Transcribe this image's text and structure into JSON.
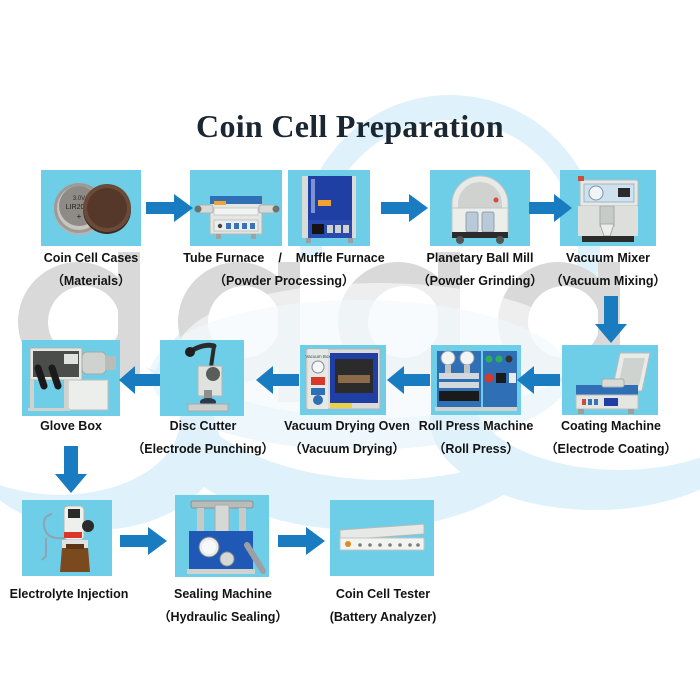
{
  "page": {
    "title": "Coin Cell Preparation",
    "background_color": "#ffffff",
    "accent_box_color": "#6ecde7",
    "arrow_color": "#1a7cc0",
    "arrow_color_dark": "#1565a8",
    "text_color": "#131313",
    "watermark_color": "#d9d9d9",
    "bg_arc_color": "#dff1fa"
  },
  "flow": {
    "rows": [
      {
        "id": "row-1",
        "direction": "left-to-right",
        "steps": [
          {
            "id": "coin-cell-cases",
            "name": "Coin Cell Cases",
            "sub": "（Materials）",
            "icon": "coin-cell-cases-photo"
          },
          {
            "id": "tube-furnace",
            "name": "Tube Furnace",
            "separator": "/",
            "icon": "tube-furnace-photo"
          },
          {
            "id": "muffle-furnace",
            "name": "Muffle Furnace",
            "sub": "（Powder Processing）",
            "icon": "muffle-furnace-photo"
          },
          {
            "id": "planetary-ball-mill",
            "name": "Planetary Ball Mill",
            "sub": "（Powder Grinding）",
            "icon": "planetary-ball-mill-photo"
          },
          {
            "id": "vacuum-mixer",
            "name": "Vacuum Mixer",
            "sub": "（Vacuum Mixing）",
            "icon": "vacuum-mixer-photo"
          }
        ]
      },
      {
        "id": "row-2",
        "direction": "right-to-left",
        "steps": [
          {
            "id": "coating-machine",
            "name": "Coating Machine",
            "sub": "（Electrode Coating）",
            "icon": "coating-machine-photo"
          },
          {
            "id": "roll-press-machine",
            "name": "Roll Press Machine",
            "sub": "（Roll Press）",
            "icon": "roll-press-machine-photo"
          },
          {
            "id": "vacuum-drying-oven",
            "name": "Vacuum Drying Oven",
            "sub": "（Vacuum Drying）",
            "icon": "vacuum-drying-oven-photo"
          },
          {
            "id": "disc-cutter",
            "name": "Disc Cutter",
            "sub": "（Electrode Punching）",
            "icon": "disc-cutter-photo"
          },
          {
            "id": "glove-box",
            "name": "Glove Box",
            "sub": "",
            "icon": "glove-box-photo"
          }
        ]
      },
      {
        "id": "row-3",
        "direction": "left-to-right",
        "steps": [
          {
            "id": "electrolyte-injection",
            "name": "Electrolyte Injection",
            "sub": "",
            "icon": "electrolyte-injection-photo"
          },
          {
            "id": "sealing-machine",
            "name": "Sealing Machine",
            "sub": "（Hydraulic Sealing）",
            "icon": "sealing-machine-photo"
          },
          {
            "id": "coin-cell-tester",
            "name": "Coin Cell Tester",
            "sub": "(Battery Analyzer)",
            "icon": "coin-cell-tester-photo"
          }
        ]
      }
    ],
    "connectors": [
      {
        "id": "c1",
        "type": "arrow-right"
      },
      {
        "id": "c2",
        "type": "arrow-right"
      },
      {
        "id": "c3",
        "type": "arrow-right"
      },
      {
        "id": "c4",
        "type": "arrow-down"
      },
      {
        "id": "c5",
        "type": "arrow-left"
      },
      {
        "id": "c6",
        "type": "arrow-left"
      },
      {
        "id": "c7",
        "type": "arrow-left"
      },
      {
        "id": "c8",
        "type": "arrow-left"
      },
      {
        "id": "c9",
        "type": "arrow-down"
      },
      {
        "id": "c10",
        "type": "arrow-right"
      },
      {
        "id": "c11",
        "type": "arrow-right"
      }
    ]
  }
}
